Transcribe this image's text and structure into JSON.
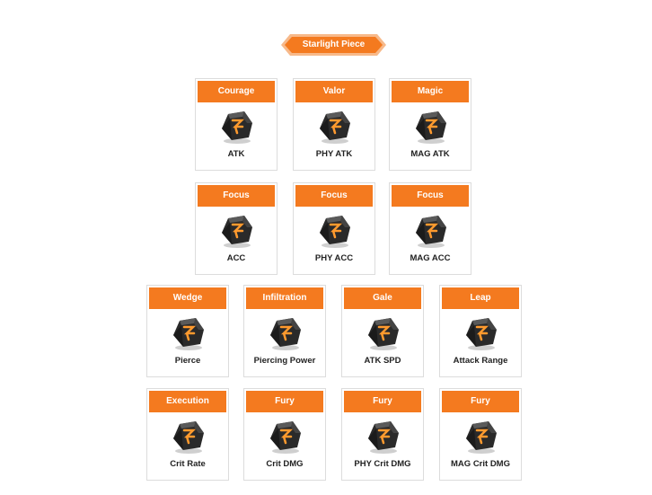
{
  "title": "Starlight Piece",
  "colors": {
    "accent": "#f47a1f",
    "stone": "#2a2a2a",
    "rune": "#ff9a2e"
  },
  "rows": [
    {
      "cards": [
        {
          "header": "Courage",
          "label": "ATK",
          "icon": "rune-stone-icon"
        },
        {
          "header": "Valor",
          "label": "PHY ATK",
          "icon": "rune-stone-icon"
        },
        {
          "header": "Magic",
          "label": "MAG ATK",
          "icon": "rune-stone-icon"
        }
      ]
    },
    {
      "cards": [
        {
          "header": "Focus",
          "label": "ACC",
          "icon": "rune-stone-icon"
        },
        {
          "header": "Focus",
          "label": "PHY ACC",
          "icon": "rune-stone-icon"
        },
        {
          "header": "Focus",
          "label": "MAG ACC",
          "icon": "rune-stone-icon"
        }
      ]
    },
    {
      "cards": [
        {
          "header": "Wedge",
          "label": "Pierce",
          "icon": "rune-stone-icon"
        },
        {
          "header": "Infiltration",
          "label": "Piercing Power",
          "icon": "rune-stone-icon"
        },
        {
          "header": "Gale",
          "label": "ATK SPD",
          "icon": "rune-stone-icon"
        },
        {
          "header": "Leap",
          "label": "Attack Range",
          "icon": "rune-stone-icon"
        }
      ]
    },
    {
      "cards": [
        {
          "header": "Execution",
          "label": "Crit Rate",
          "icon": "rune-stone-icon"
        },
        {
          "header": "Fury",
          "label": "Crit DMG",
          "icon": "rune-stone-icon"
        },
        {
          "header": "Fury",
          "label": "PHY Crit DMG",
          "icon": "rune-stone-icon"
        },
        {
          "header": "Fury",
          "label": "MAG Crit DMG",
          "icon": "rune-stone-icon"
        }
      ]
    }
  ]
}
